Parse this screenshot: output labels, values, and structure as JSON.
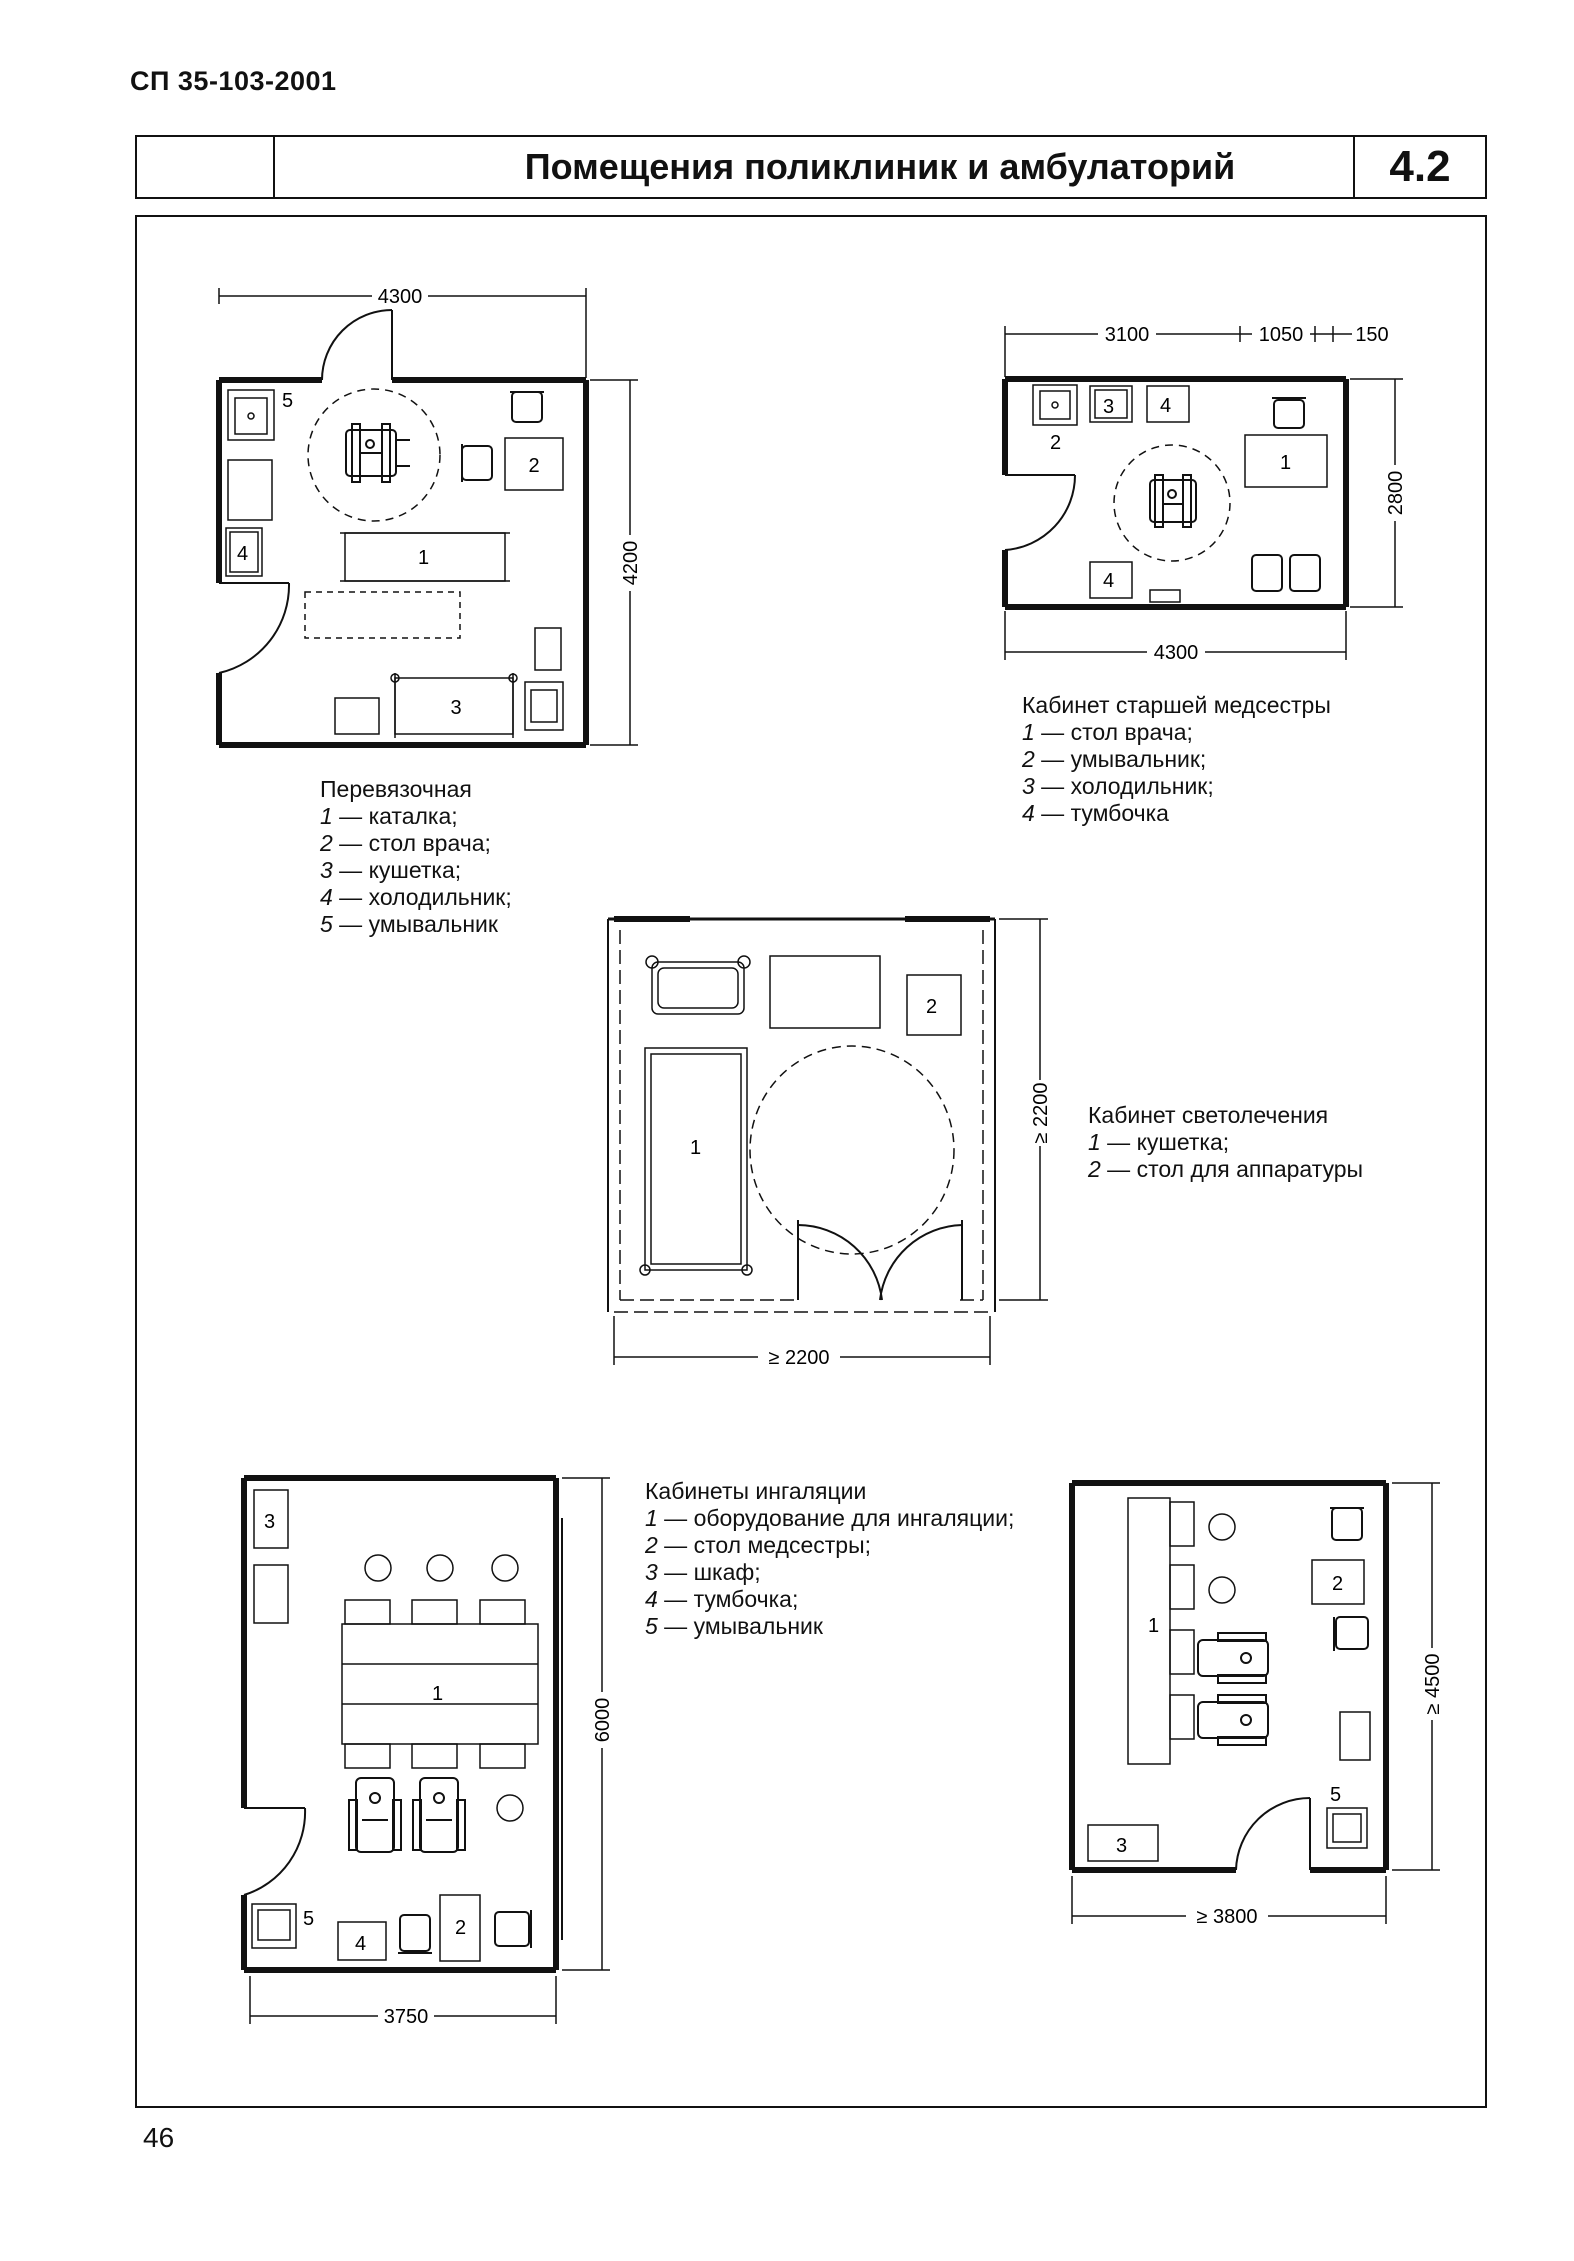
{
  "header": {
    "doc_code": "СП 35-103-2001",
    "title": "Помещения поликлиник и амбулаторий",
    "section": "4.2"
  },
  "page_number": "46",
  "rooms": [
    {
      "id": "dressing",
      "title": "Перевязочная",
      "width_label": "4300",
      "depth_label": "4200",
      "items": [
        {
          "num": "1",
          "text": " — каталка;"
        },
        {
          "num": "2",
          "text": " — стол врача;"
        },
        {
          "num": "3",
          "text": " — кушетка;"
        },
        {
          "num": "4",
          "text": " — холодильник;"
        },
        {
          "num": "5",
          "text": " — умывальник"
        }
      ],
      "tags": {
        "t1": "1",
        "t2": "2",
        "t3": "3",
        "t4": "4",
        "t5": "5"
      }
    },
    {
      "id": "head-nurse",
      "title": "Кабинет старшей медсестры",
      "width_label": "4300",
      "depth_label": "2800",
      "dim_a": "3100",
      "dim_b": "1050",
      "dim_c": "150",
      "items": [
        {
          "num": "1",
          "text": " — стол врача;"
        },
        {
          "num": "2",
          "text": " — умывальник;"
        },
        {
          "num": "3",
          "text": " — холодильник;"
        },
        {
          "num": "4",
          "text": " — тумбочка"
        }
      ],
      "tags": {
        "t1": "1",
        "t2": "2",
        "t3": "3",
        "t4a": "4",
        "t4b": "4"
      }
    },
    {
      "id": "phototherapy",
      "title": "Кабинет светолечения",
      "width_label": "≥ 2200",
      "depth_label": "≥ 2200",
      "items": [
        {
          "num": "1",
          "text": " — кушетка;"
        },
        {
          "num": "2",
          "text": " — стол для аппаратуры"
        }
      ],
      "tags": {
        "t1": "1",
        "t2": "2"
      }
    },
    {
      "id": "inhalation",
      "title": "Кабинеты ингаляции",
      "width_label_a": "3750",
      "depth_label_a": "6000",
      "width_label_b": "≥ 3800",
      "depth_label_b": "≥ 4500",
      "items": [
        {
          "num": "1",
          "text": " — оборудование для ингаляции;"
        },
        {
          "num": "2",
          "text": " — стол медсестры;"
        },
        {
          "num": "3",
          "text": " — шкаф;"
        },
        {
          "num": "4",
          "text": " — тумбочка;"
        },
        {
          "num": "5",
          "text": " — умывальник"
        }
      ],
      "tags_a": {
        "t1": "1",
        "t2": "2",
        "t3": "3",
        "t4": "4",
        "t5": "5"
      },
      "tags_b": {
        "t1": "1",
        "t2": "2",
        "t3": "3",
        "t5": "5"
      }
    }
  ]
}
